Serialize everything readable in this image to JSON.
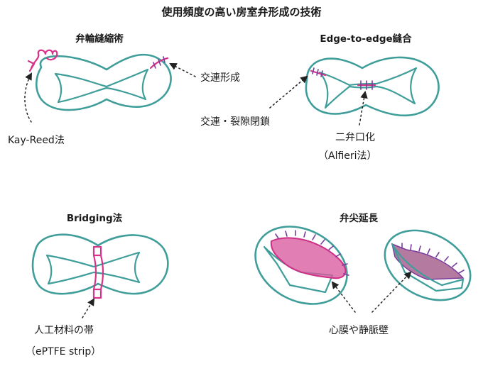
{
  "title": "使用頻度の高い房室弁形成の技術",
  "panels": {
    "annuloplasty": {
      "heading": "弁輪縫縮術",
      "label_kay_reed": "Kay-Reed法",
      "label_commissure": "交連形成"
    },
    "edge_to_edge": {
      "heading": "Edge-to-edge縫合",
      "label_cleft": "交連・裂隙閉鎖",
      "label_double_orifice": "二弁口化",
      "label_alfieri": "（Alfieri法）"
    },
    "bridging": {
      "heading": "Bridging法",
      "label_material": "人工材料の帯",
      "label_strip": "（ePTFE strip）"
    },
    "extension": {
      "heading": "弁尖延長",
      "label_patch": "心膜や静脈壁"
    }
  },
  "colors": {
    "outline": "#3f9e9a",
    "suture": "#d8338a",
    "patch": "#d95a9e",
    "stitch_tick": "#7a3c9c"
  }
}
